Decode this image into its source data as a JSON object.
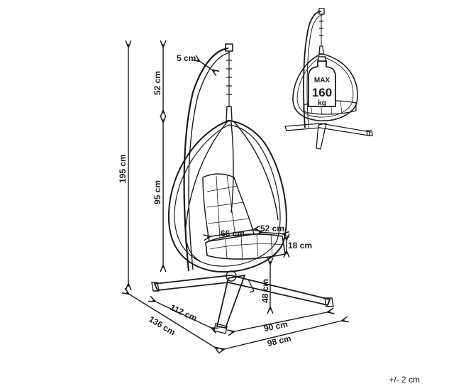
{
  "dimensions": {
    "beam_thickness": "5 cm",
    "top_height": "52 cm",
    "total_height": "195 cm",
    "pod_height": "95 cm",
    "seat_width": "66 cm",
    "seat_depth": "52 cm",
    "cushion_thickness": "18 cm",
    "seat_height": "48 cm",
    "stand_side": "112 cm",
    "stand_diagonal": "136 cm",
    "stand_front": "90 cm",
    "stand_width": "98 cm"
  },
  "max_load": {
    "label": "MAX",
    "value": "160",
    "unit": "kg"
  },
  "tolerance": "+/- 2 cm",
  "colors": {
    "line": "#1a1a1a",
    "background": "#ffffff"
  }
}
